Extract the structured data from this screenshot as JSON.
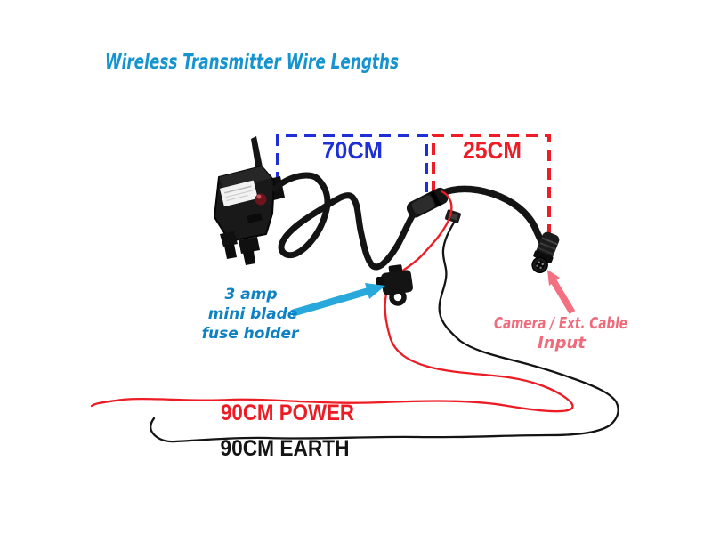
{
  "title": {
    "text": "Wireless Transmitter Wire Lengths",
    "color": "#1694cf"
  },
  "brackets": {
    "blue": {
      "label": "70CM",
      "color": "#1e2fd8"
    },
    "red": {
      "label": "25CM",
      "color": "#ee1c25"
    }
  },
  "callouts": {
    "fuse": {
      "line1": "3 amp",
      "line2": "mini blade",
      "line3": "fuse holder",
      "text_color": "#0e81c4",
      "arrow_color": "#29a8dc"
    },
    "camera": {
      "line1": "Camera / Ext. Cable",
      "line2": "Input",
      "text_color": "#ef6b7b",
      "arrow_color": "#f2707f"
    }
  },
  "wires": {
    "power": {
      "label": "90CM POWER",
      "color": "#ed1c24"
    },
    "earth": {
      "label": "90CM EARTH",
      "color": "#141414"
    }
  }
}
